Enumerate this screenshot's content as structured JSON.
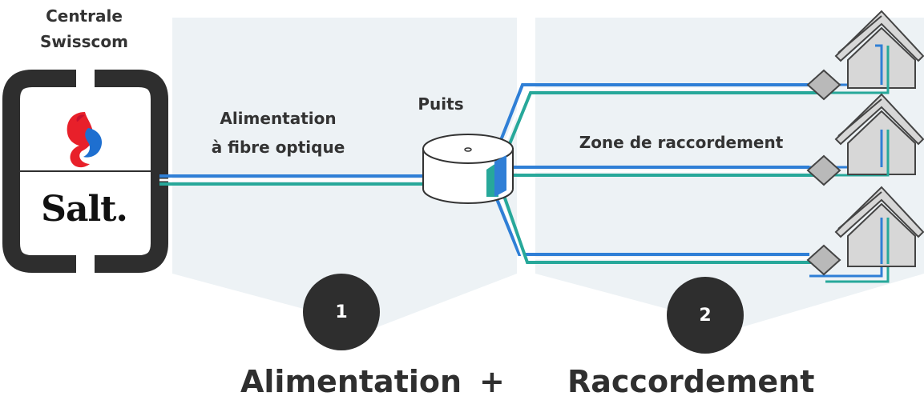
{
  "central": {
    "title_line1": "Centrale",
    "title_line2": "Swisscom",
    "operator_logo_text": "Salt."
  },
  "feed": {
    "label_line1": "Alimentation",
    "label_line2": "à fibre optique"
  },
  "pit": {
    "label": "Puits"
  },
  "zone": {
    "label": "Zone de raccordement"
  },
  "steps": [
    {
      "number": "1"
    },
    {
      "number": "2"
    }
  ],
  "footer": {
    "left": "Alimentation",
    "operator": "+",
    "right": "Raccordement"
  },
  "colors": {
    "fiber_blue": "#2f7fd6",
    "fiber_teal": "#27a89a",
    "panel_bg": "#edf2f5",
    "dark": "#2e2e2e",
    "swisscom_red": "#e8202a",
    "swisscom_blue": "#1e6fd0"
  },
  "icons": [
    "swisscom-logo-icon",
    "house-icon",
    "junction-box-icon",
    "pit-cylinder-icon"
  ]
}
